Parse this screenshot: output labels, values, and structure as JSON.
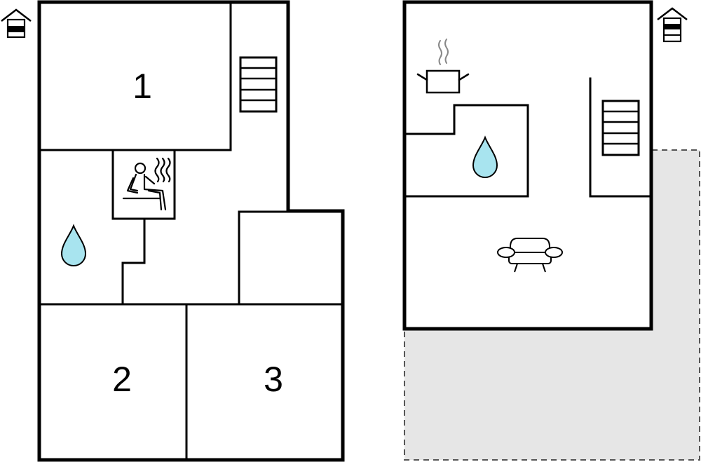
{
  "floor_plan": {
    "ground_floor": {
      "floor_icon": "floor-level-ground-icon",
      "rooms": [
        {
          "label": "1",
          "type": "bedroom"
        },
        {
          "label": "2",
          "type": "bedroom"
        },
        {
          "label": "3",
          "type": "bedroom"
        }
      ],
      "icons": [
        "staircase-icon",
        "sauna-icon",
        "bathroom-water-drop-icon"
      ]
    },
    "upper_floor": {
      "floor_icon": "floor-level-upper-icon",
      "icons": [
        "kitchen-pot-icon",
        "bathroom-water-drop-icon",
        "staircase-icon",
        "living-room-sofa-icon"
      ],
      "outdoor_area": "terrace"
    },
    "colors": {
      "wall": "#000000",
      "water_drop": "#a8e4ef",
      "terrace_fill": "#e6e6e6",
      "terrace_border": "#555555"
    }
  }
}
